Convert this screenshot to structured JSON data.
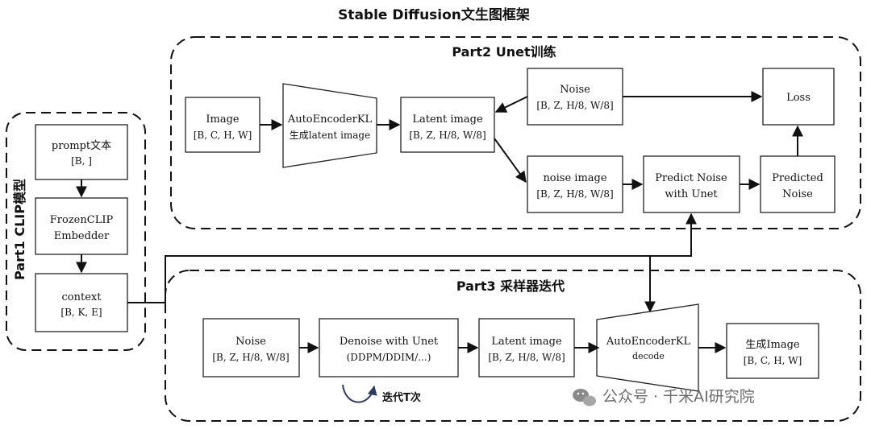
{
  "title": "Stable Diffusion文生图框架",
  "groups": {
    "part1": "Part1 CLIP模型",
    "part2": "Part2 Unet训练",
    "part3": "Part3 采样器迭代"
  },
  "nodes": {
    "prompt": {
      "line1": "prompt文本",
      "line2": "[B, ]"
    },
    "frozen_clip": {
      "line1": "FrozenCLIP",
      "line2": "Embedder"
    },
    "context": {
      "line1": "context",
      "line2": "[B, K, E]"
    },
    "p2_image": {
      "line1": "Image",
      "line2": "[B, C, H, W]"
    },
    "p2_autoencoder": {
      "line1": "AutoEncoderKL",
      "line2": "生成latent image"
    },
    "p2_latent": {
      "line1": "Latent image",
      "line2": "[B, Z, H/8, W/8]"
    },
    "p2_noise": {
      "line1": "Noise",
      "line2": "[B, Z, H/8, W/8]"
    },
    "p2_noise_image": {
      "line1": "noise image",
      "line2": "[B, Z, H/8, W/8]"
    },
    "p2_predict": {
      "line1": "Predict Noise",
      "line2": "with Unet"
    },
    "p2_predicted": {
      "line1": "Predicted",
      "line2": "Noise"
    },
    "p2_loss": {
      "line1": "Loss"
    },
    "p3_noise": {
      "line1": "Noise",
      "line2": "[B, Z, H/8, W/8]"
    },
    "p3_denoise": {
      "line1": "Denoise with Unet",
      "line2": "(DDPM/DDIM/...)"
    },
    "p3_latent": {
      "line1": "Latent image",
      "line2": "[B, Z, H/8, W/8]"
    },
    "p3_autoencoder": {
      "line1": "AutoEncoderKL",
      "line2": "decode"
    },
    "p3_output": {
      "line1": "生成Image",
      "line2": "[B, C, H, W]"
    }
  },
  "loop_label": "迭代T次",
  "watermark": "公众号 · 千米AI研究院"
}
